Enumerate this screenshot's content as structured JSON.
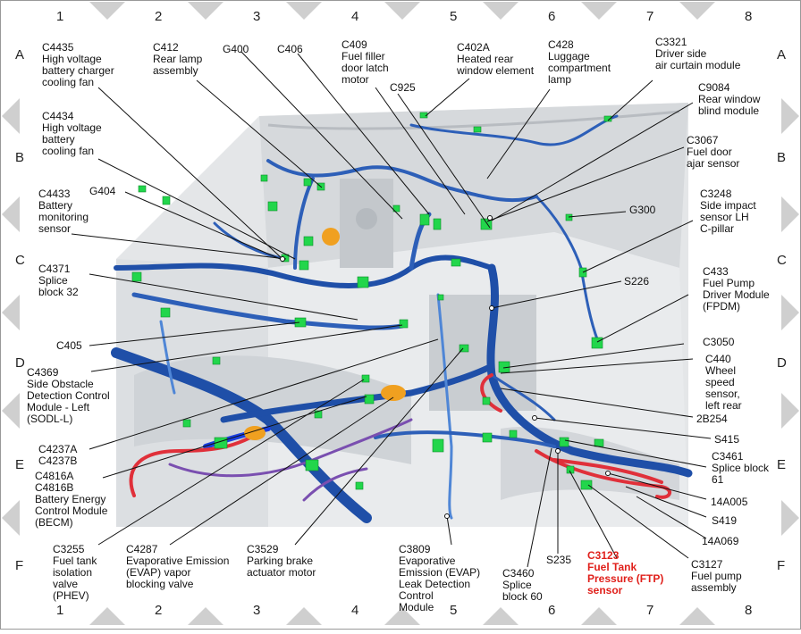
{
  "grid": {
    "columns": [
      "1",
      "2",
      "3",
      "4",
      "5",
      "6",
      "7",
      "8"
    ],
    "rows": [
      "A",
      "B",
      "C",
      "D",
      "E",
      "F"
    ]
  },
  "labels": {
    "c4435": "C4435\nHigh voltage\nbattery charger\ncooling fan",
    "c412": "C412\nRear lamp\nassembly",
    "g400": "G400",
    "c406": "C406",
    "c409": "C409\nFuel filler\ndoor latch\nmotor",
    "c402a": "C402A\nHeated rear\nwindow element",
    "c428": "C428\nLuggage\ncompartment\nlamp",
    "c3321": "C3321\nDriver side\nair curtain module",
    "c925": "C925",
    "c9084": "C9084\nRear window\nblind module",
    "c4434": "C4434\nHigh voltage\nbattery\ncooling fan",
    "c3067": "C3067\nFuel door\najar sensor",
    "g404": "G404",
    "c4433": "C4433\nBattery\nmonitoring\nsensor",
    "c3248": "C3248\nSide impact\nsensor LH\nC-pillar",
    "g300": "G300",
    "c4371": "C4371\nSplice\nblock 32",
    "s226": "S226",
    "c433": "C433\nFuel Pump\nDriver Module\n(FPDM)",
    "c405": "C405",
    "c3050": "C3050",
    "c4369": "C4369\nSide Obstacle\nDetection Control\nModule - Left\n(SODL-L)",
    "c440": "C440\nWheel\nspeed\nsensor,\nleft rear",
    "b2b254": "2B254",
    "s415": "S415",
    "c4237": "C4237A\nC4237B",
    "c3461": "C3461\nSplice block\n61",
    "c4816": "C4816A\nC4816B\nBattery Energy\nControl Module\n(BECM)",
    "a14a005": "14A005",
    "s419": "S419",
    "a14a069": "14A069",
    "c3255": "C3255\nFuel tank\nisolation\nvalve\n(PHEV)",
    "c4287": "C4287\nEvaporative Emission\n(EVAP) vapor\nblocking valve",
    "c3529": "C3529\nParking brake\nactuator motor",
    "c3809": "C3809\nEvaporative\nEmission (EVAP)\nLeak Detection\nControl\nModule",
    "c3460": "C3460\nSplice\nblock 60",
    "s235": "S235",
    "c3123": "C3123\nFuel Tank\nPressure (FTP)\nsensor",
    "c3127": "C3127\nFuel pump\nassembly"
  },
  "colors": {
    "harness": "#1f4fa8",
    "harness_light": "#4f86d6",
    "connector": "#22d64b",
    "fuel_line": "#e0303a",
    "evap_line": "#7a4fb0",
    "callout_red": "#e0201b"
  }
}
